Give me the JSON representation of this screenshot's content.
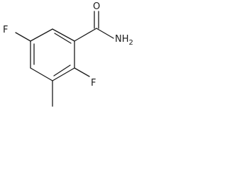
{
  "molecule": {
    "atoms": {
      "fluorine_5": "F",
      "fluorine_2": "F",
      "carbonyl_oxygen": "O",
      "amide_nitrogen": "NH",
      "amide_hydrogen_count": "2"
    }
  }
}
